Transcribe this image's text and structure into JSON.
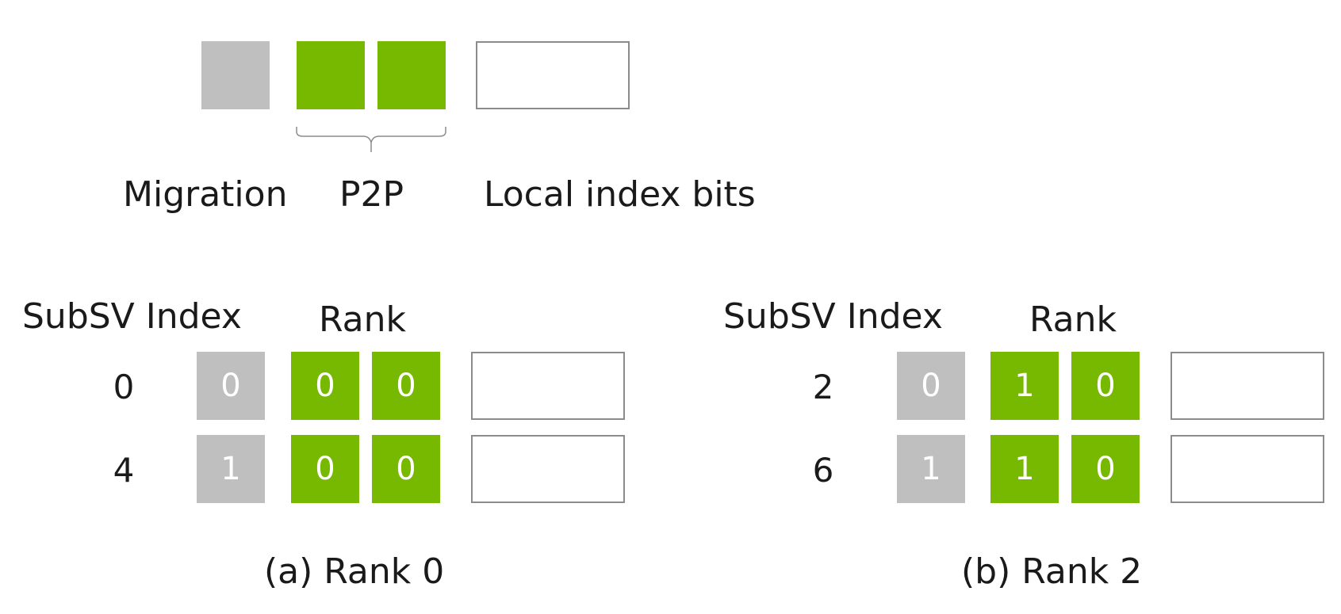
{
  "legend": {
    "migration_label": "Migration",
    "p2p_label": "P2P",
    "local_label": "Local index bits"
  },
  "colors": {
    "migration": "#bfbfbf",
    "p2p": "#76b900",
    "local_border": "#8c8c8c"
  },
  "panels": [
    {
      "subsv_header": "SubSV Index",
      "rank_header": "Rank",
      "caption": "(a) Rank 0",
      "rows": [
        {
          "index": "0",
          "migration_bit": "0",
          "p2p_bits": [
            "0",
            "0"
          ]
        },
        {
          "index": "4",
          "migration_bit": "1",
          "p2p_bits": [
            "0",
            "0"
          ]
        }
      ]
    },
    {
      "subsv_header": "SubSV Index",
      "rank_header": "Rank",
      "caption": "(b) Rank 2",
      "rows": [
        {
          "index": "2",
          "migration_bit": "0",
          "p2p_bits": [
            "1",
            "0"
          ]
        },
        {
          "index": "6",
          "migration_bit": "1",
          "p2p_bits": [
            "1",
            "0"
          ]
        }
      ]
    }
  ]
}
